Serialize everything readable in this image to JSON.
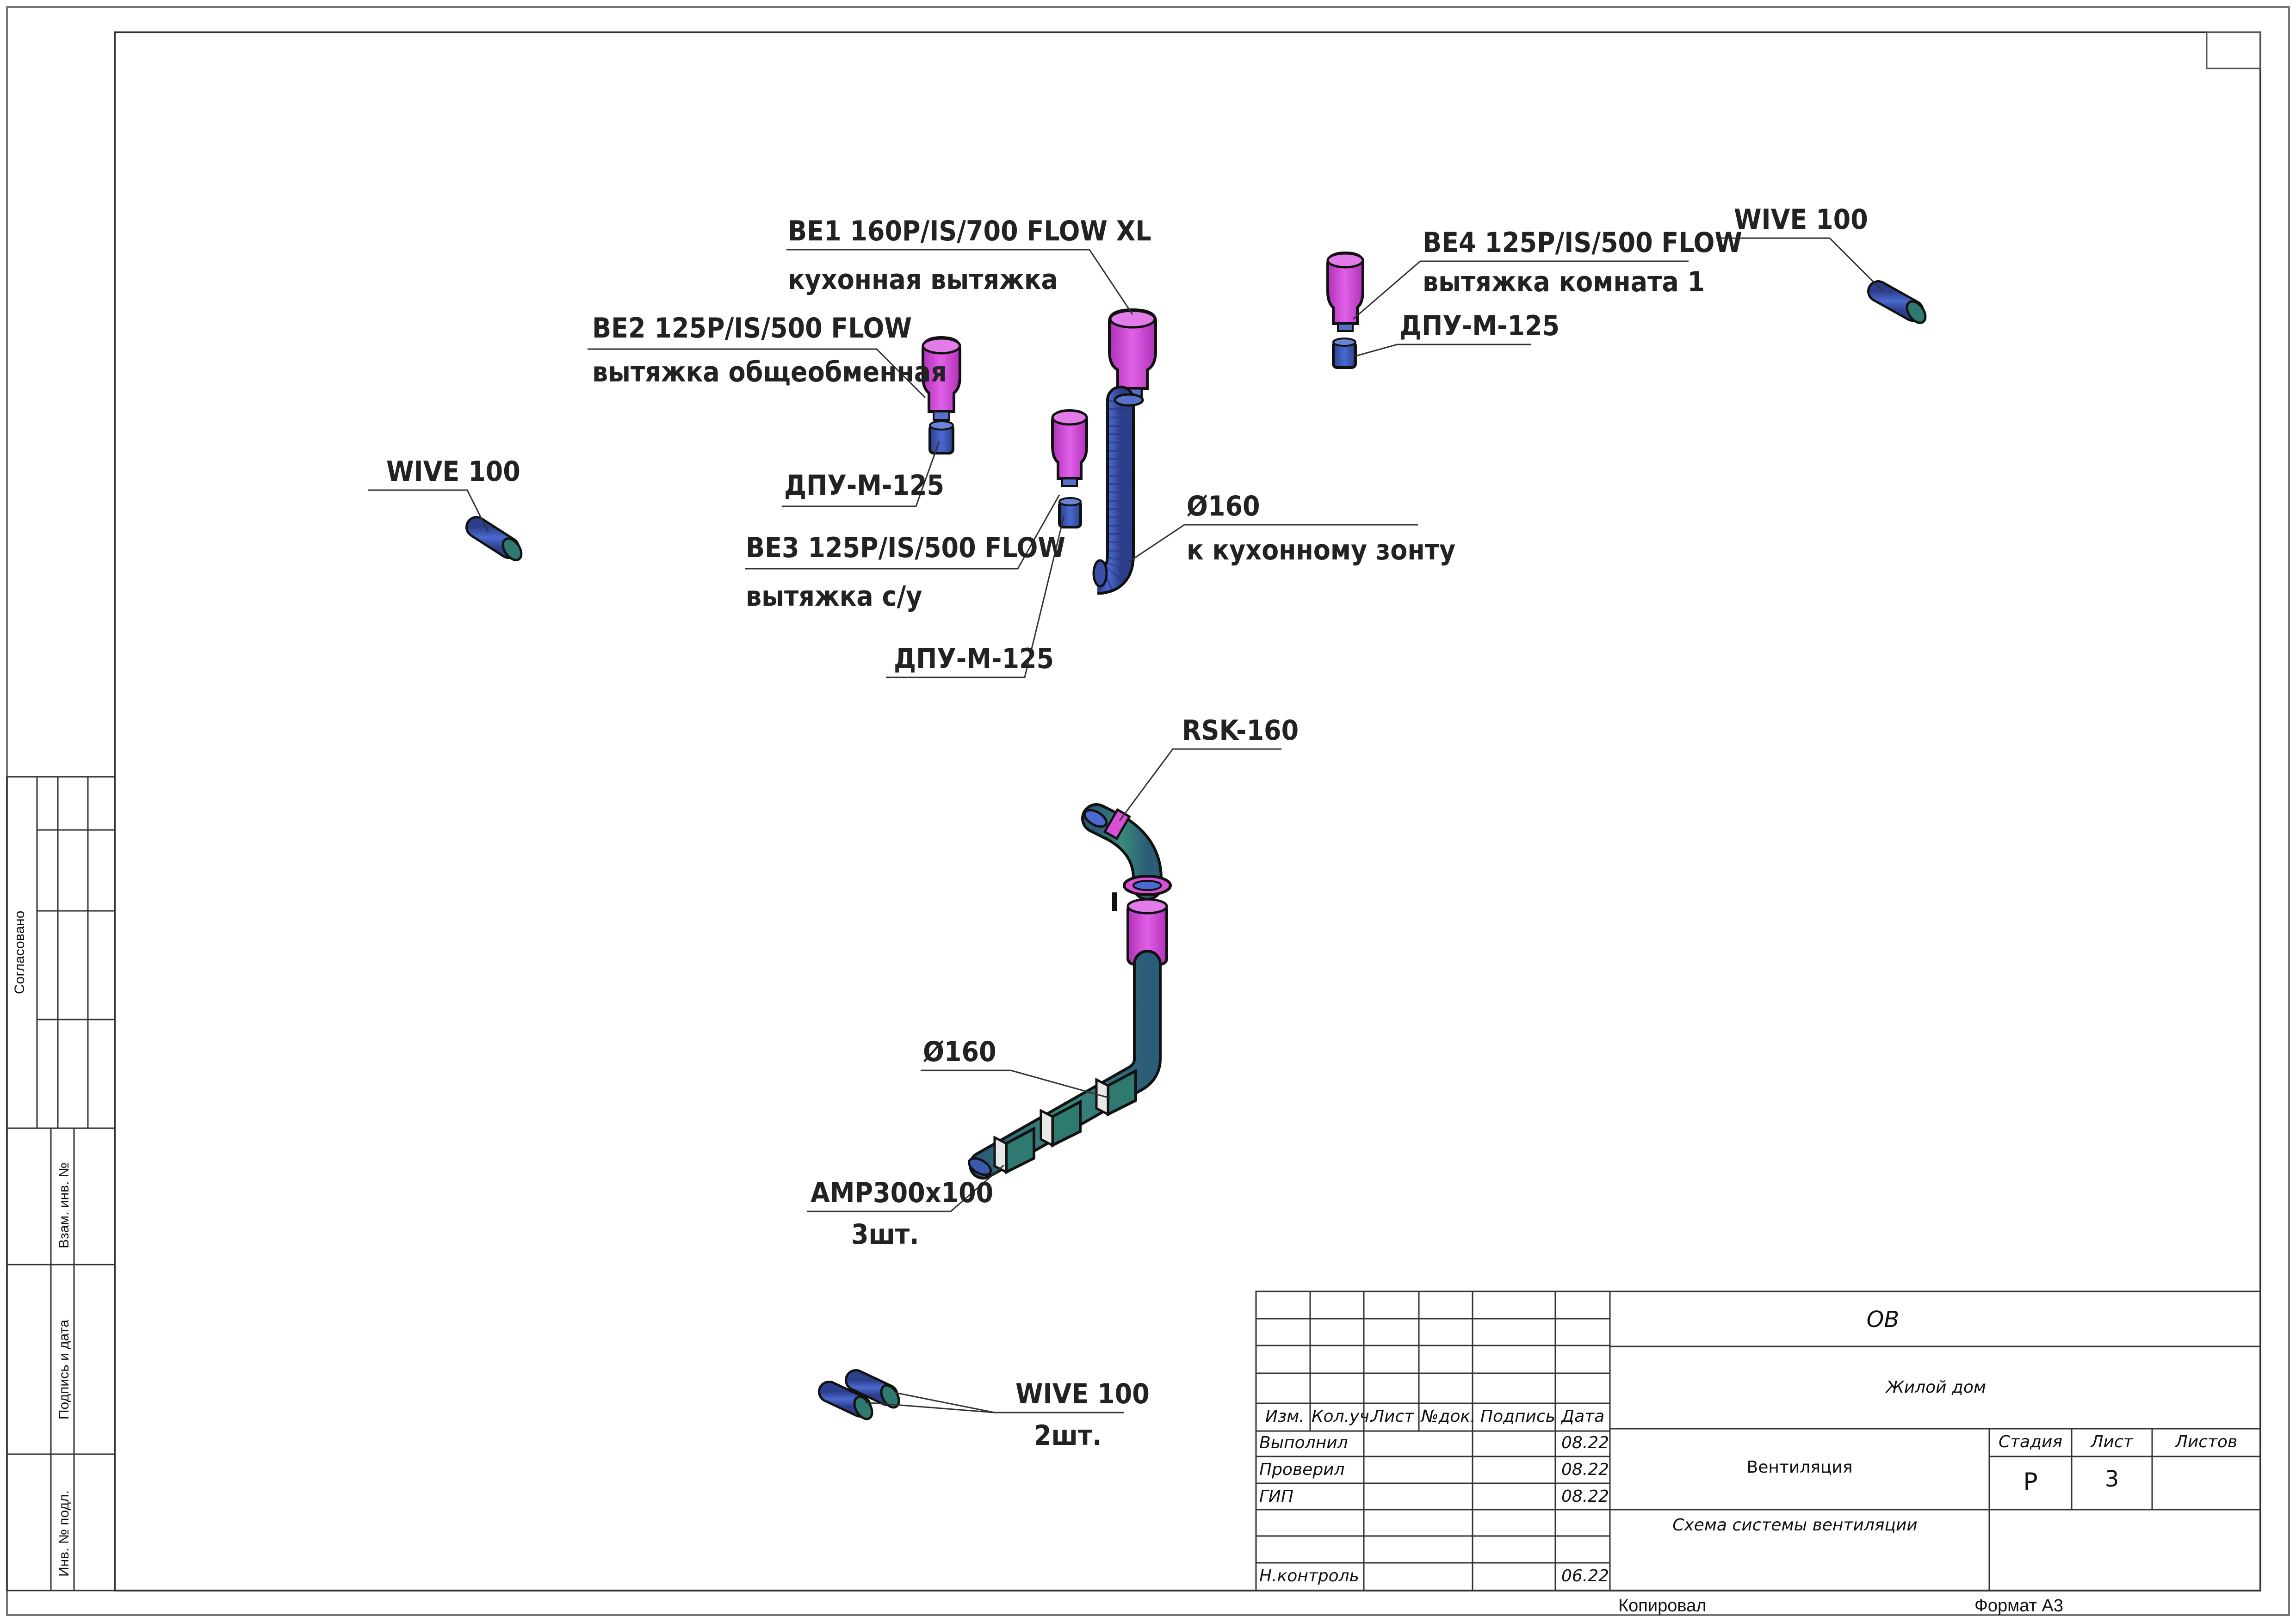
{
  "drawing": {
    "labels": {
      "be1": "BE1 160P/IS/700 FLOW XL",
      "be1_desc": "кухонная вытяжка",
      "be2": "BE2 125P/IS/500 FLOW",
      "be2_desc": "вытяжка общеобменная",
      "be3": "BE3 125P/IS/500 FLOW",
      "be3_desc": "вытяжка с/у",
      "be4": "BE4 125P/IS/500 FLOW",
      "be4_desc": "вытяжка комната 1",
      "dpu_be2": "ДПУ-М-125",
      "dpu_be3": "ДПУ-М-125",
      "dpu_be4": "ДПУ-М-125",
      "wive_left": "WIVE 100",
      "wive_right": "WIVE 100",
      "wive_bottom": "WIVE 100",
      "wive_bottom_qty": "2шт.",
      "d160_hood": "Ø160",
      "d160_hood_desc": "к кухонному зонту",
      "rsk": "RSK-160",
      "d160_main": "Ø160",
      "amp": "AMP300x100",
      "amp_qty": "3шт."
    }
  },
  "side_stamp": {
    "agreed": "Согласовано",
    "ref_inv": "Взам. инв. №",
    "sign_date": "Подпись и дата",
    "inv_orig": "Инв. № подл."
  },
  "title_block": {
    "code": "ОВ",
    "project": "Жилой дом",
    "section": "Вентиляция",
    "sheet_title": "Схема системы вентиляции",
    "headers": {
      "izm": "Изм.",
      "kol": "Кол.уч.",
      "list": "Лист",
      "ndoc": "№док.",
      "sign": "Подпись",
      "date": "Дата"
    },
    "rows": [
      {
        "role": "Выполнил",
        "date": "08.22"
      },
      {
        "role": "Проверил",
        "date": "08.22"
      },
      {
        "role": "ГИП",
        "date": "08.22"
      },
      {
        "role": "Н.контроль",
        "date": "06.22"
      }
    ],
    "stage_header": "Стадия",
    "sheet_header": "Лист",
    "sheets_header": "Листов",
    "stage": "Р",
    "sheet_no": "3",
    "sheets_total": ""
  },
  "footer": {
    "copied": "Копировал",
    "format": "Формат А3"
  },
  "colors": {
    "duct": "#3a5ab0",
    "duct_green": "#2e7a70",
    "diffuser": "#d040d0",
    "outline": "#111111"
  }
}
